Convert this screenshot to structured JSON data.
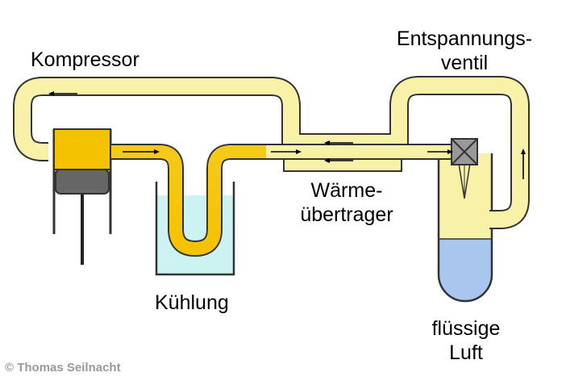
{
  "labels": {
    "compressor": "Kompressor",
    "expansion_valve_line1": "Entspannungs-",
    "expansion_valve_line2": "ventil",
    "heat_exchanger_line1": "Wärme-",
    "heat_exchanger_line2": "übertrager",
    "cooling": "Kühlung",
    "liquid_air_line1": "flüssige",
    "liquid_air_line2": "Luft"
  },
  "copyright": "© Thomas Seilnacht",
  "colors": {
    "pipe_cold": "#f7f2a8",
    "pipe_warm": "#f5c200",
    "compressor_body": "#f5c200",
    "compressor_piston": "#666666",
    "cooling_water": "#ccf2f2",
    "liquid_air": "#a9c7ee",
    "receiver_vessel": "#f7f2a8",
    "outline": "#333333"
  }
}
